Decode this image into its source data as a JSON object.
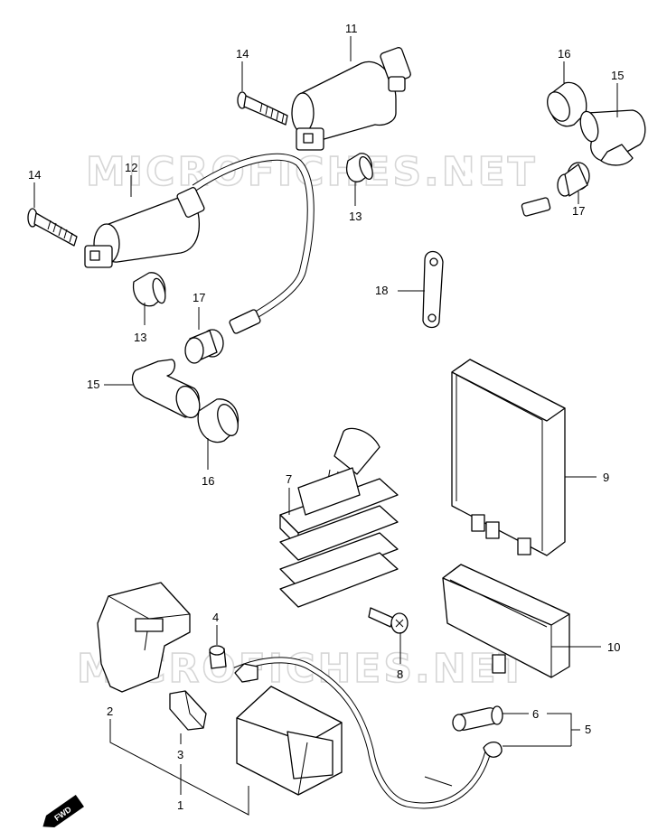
{
  "watermark": {
    "top": "MICROFICHES.NET",
    "bottom": "MICROFICHES.NET"
  },
  "orientation_label": "FWD",
  "callouts": {
    "c1": "1",
    "c2": "2",
    "c3": "3",
    "c4": "4",
    "c5": "5",
    "c6": "6",
    "c7": "7",
    "c8": "8",
    "c9": "9",
    "c10": "10",
    "c11": "11",
    "c12": "12",
    "c13a": "13",
    "c13b": "13",
    "c14a": "14",
    "c14b": "14",
    "c15a": "15",
    "c15b": "15",
    "c16a": "16",
    "c16b": "16",
    "c17a": "17",
    "c17b": "17",
    "c18": "18"
  }
}
